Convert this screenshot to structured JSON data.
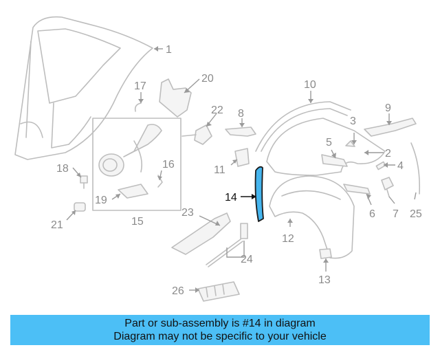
{
  "callouts": [
    {
      "id": "1",
      "label": "1"
    },
    {
      "id": "2",
      "label": "2"
    },
    {
      "id": "3",
      "label": "3"
    },
    {
      "id": "4",
      "label": "4"
    },
    {
      "id": "5",
      "label": "5"
    },
    {
      "id": "6",
      "label": "6"
    },
    {
      "id": "7",
      "label": "7"
    },
    {
      "id": "8",
      "label": "8"
    },
    {
      "id": "9",
      "label": "9"
    },
    {
      "id": "10",
      "label": "10"
    },
    {
      "id": "11",
      "label": "11"
    },
    {
      "id": "12",
      "label": "12"
    },
    {
      "id": "13",
      "label": "13"
    },
    {
      "id": "14",
      "label": "14"
    },
    {
      "id": "15",
      "label": "15"
    },
    {
      "id": "16",
      "label": "16"
    },
    {
      "id": "17",
      "label": "17"
    },
    {
      "id": "18",
      "label": "18"
    },
    {
      "id": "19",
      "label": "19"
    },
    {
      "id": "20",
      "label": "20"
    },
    {
      "id": "21",
      "label": "21"
    },
    {
      "id": "22",
      "label": "22"
    },
    {
      "id": "23",
      "label": "23"
    },
    {
      "id": "24",
      "label": "24"
    },
    {
      "id": "25",
      "label": "25"
    },
    {
      "id": "26",
      "label": "26"
    }
  ],
  "highlighted_part": "14",
  "colors": {
    "banner_bg": "#4cbff6",
    "highlight_fill": "#45b5ee",
    "line_gray": "#bdbdbd"
  },
  "banner": {
    "line1": "Part or sub-assembly is #14 in diagram",
    "line2": "Diagram may not be specific to your vehicle"
  }
}
